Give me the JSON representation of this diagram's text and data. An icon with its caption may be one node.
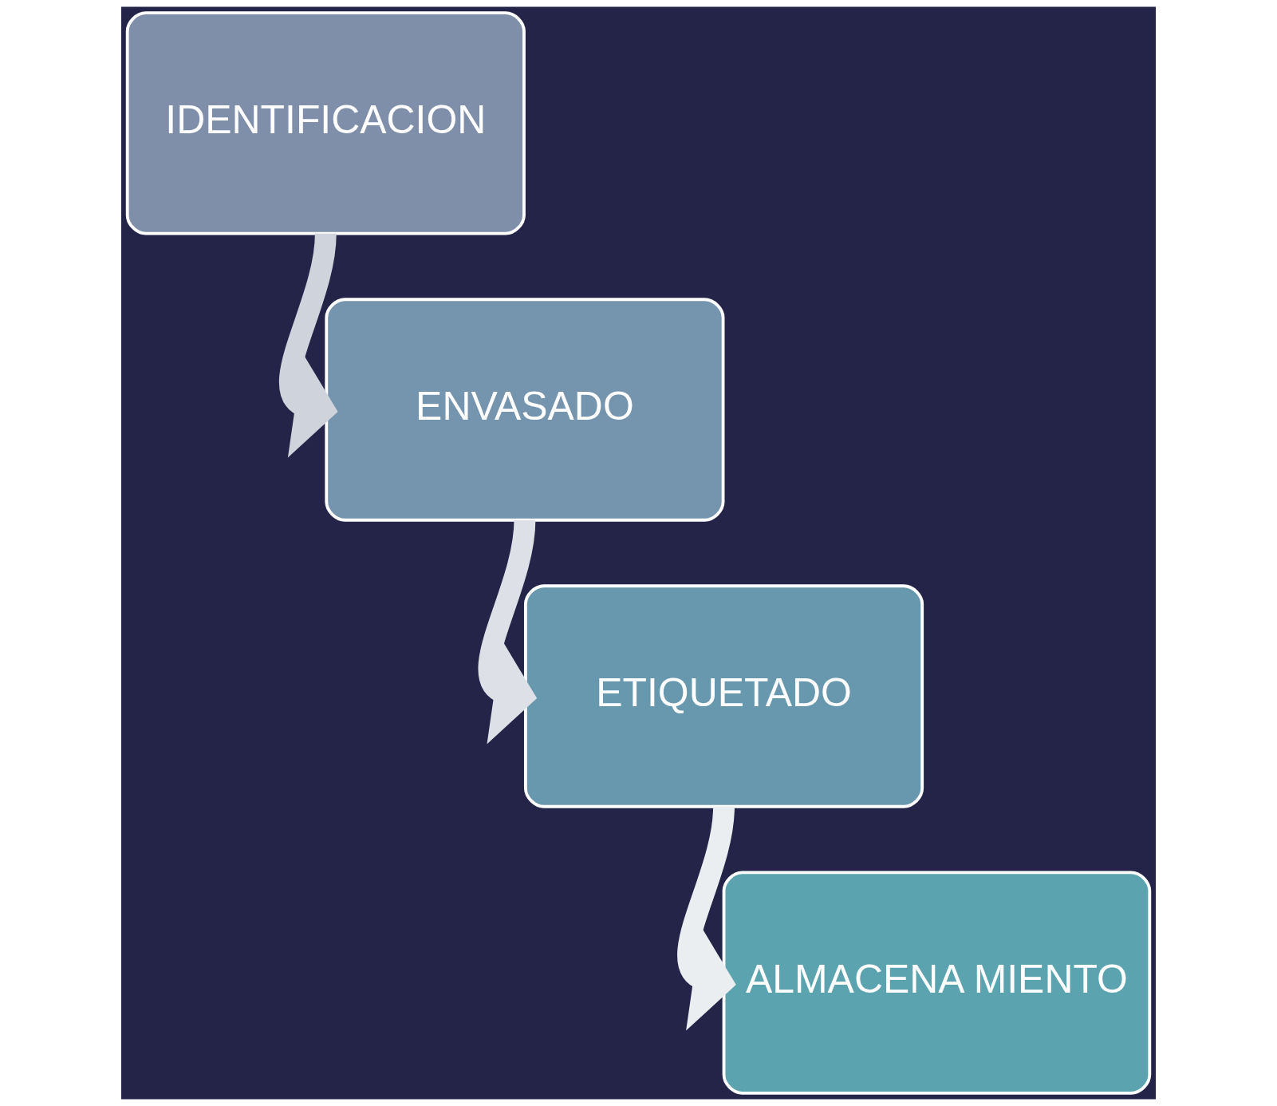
{
  "diagram": {
    "nodes": [
      {
        "text": [
          "IDENTIFICACION"
        ]
      },
      {
        "text": [
          "ENVASADO"
        ]
      },
      {
        "text": [
          "ETIQUETADO"
        ]
      },
      {
        "text": [
          "ALMACENA MIENTO"
        ]
      }
    ],
    "edges": [
      {
        "from": 0,
        "to": 1,
        "arrow": "to"
      },
      {
        "from": 1,
        "to": 2,
        "arrow": "to"
      },
      {
        "from": 2,
        "to": 3,
        "arrow": "to"
      }
    ]
  }
}
